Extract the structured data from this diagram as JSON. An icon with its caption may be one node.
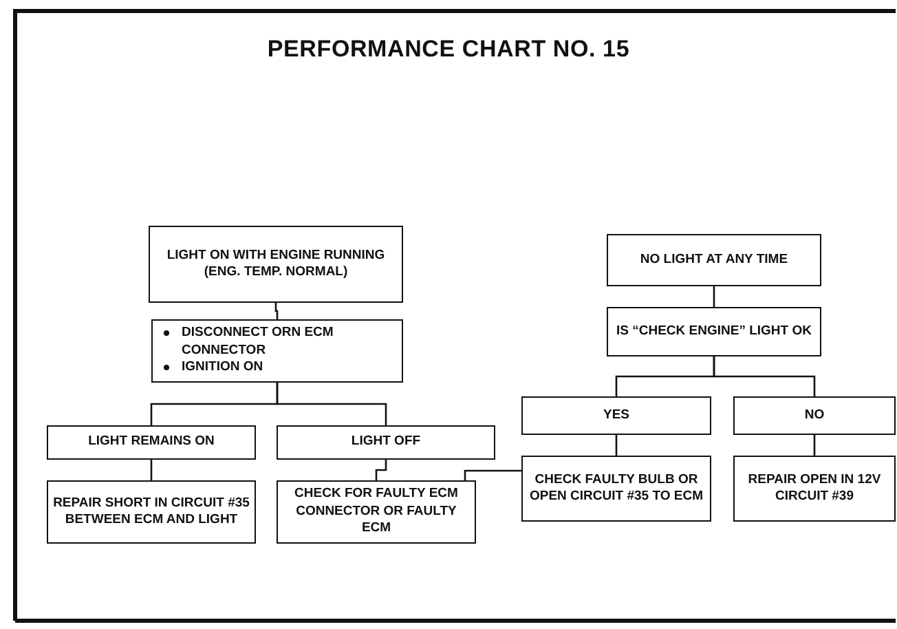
{
  "diagram": {
    "title": "PERFORMANCE CHART NO. 15",
    "nodes": [
      {
        "text": [
          "LIGHT ON WITH ENGINE RUNNING (ENG. TEMP. NORMAL)"
        ]
      },
      {
        "text": [
          "DISCONNECT ORN ECM CONNECTOR",
          "IGNITION ON"
        ]
      },
      {
        "text": [
          "LIGHT REMAINS ON"
        ]
      },
      {
        "text": [
          "LIGHT OFF"
        ]
      },
      {
        "text": [
          "REPAIR SHORT IN CIRCUIT #35 BETWEEN ECM AND LIGHT"
        ]
      },
      {
        "text": [
          "CHECK FOR FAULTY ECM CONNECTOR OR FAULTY ECM"
        ]
      },
      {
        "text": [
          "NO LIGHT AT ANY TIME"
        ]
      },
      {
        "text": [
          "IS “CHECK ENGINE” LIGHT OK"
        ]
      },
      {
        "text": [
          "YES"
        ]
      },
      {
        "text": [
          "NO"
        ]
      },
      {
        "text": [
          "CHECK FAULTY BULB OR OPEN CIRCUIT #35 TO ECM"
        ]
      },
      {
        "text": [
          "REPAIR OPEN IN 12V CIRCUIT #39"
        ]
      }
    ],
    "edges": [
      {
        "from": 0,
        "to": 1,
        "arrow": "none"
      },
      {
        "from": 1,
        "to": 2,
        "arrow": "none"
      },
      {
        "from": 1,
        "to": 3,
        "arrow": "none"
      },
      {
        "from": 2,
        "to": 4,
        "arrow": "none"
      },
      {
        "from": 3,
        "to": 5,
        "arrow": "none"
      },
      {
        "from": 6,
        "to": 7,
        "arrow": "none"
      },
      {
        "from": 7,
        "to": 8,
        "arrow": "none"
      },
      {
        "from": 7,
        "to": 9,
        "arrow": "none"
      },
      {
        "from": 8,
        "to": 10,
        "arrow": "none"
      },
      {
        "from": 9,
        "to": 11,
        "arrow": "none"
      },
      {
        "from": 5,
        "to": 10,
        "arrow": "none"
      }
    ]
  }
}
